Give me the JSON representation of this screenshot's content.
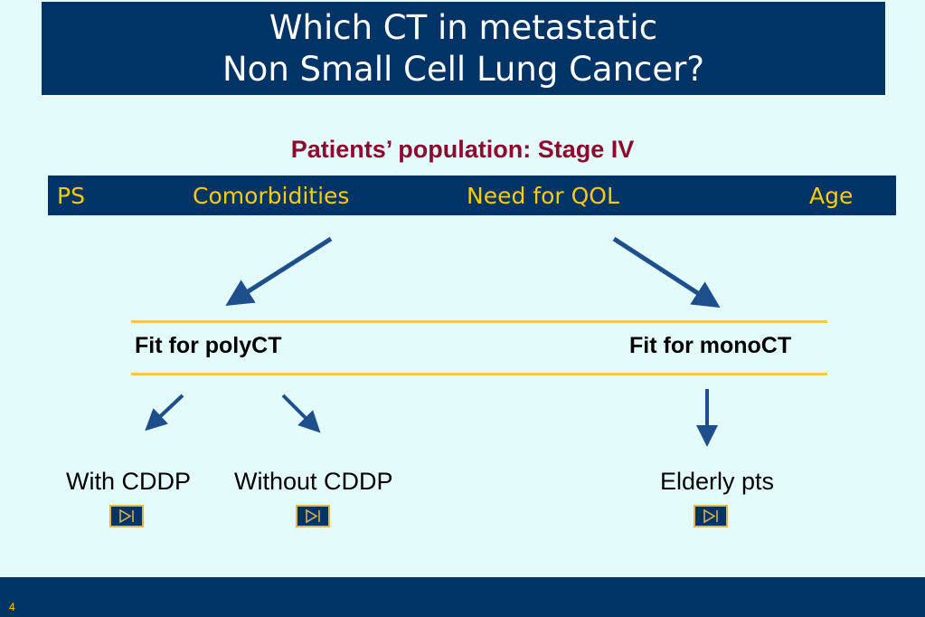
{
  "slide": {
    "title_line1": "Which CT in metastatic",
    "title_line2": "Non Small Cell Lung Cancer?",
    "subtitle": "Patients’ population: Stage IV",
    "factors": [
      "PS",
      "Comorbidities",
      "Need for QOL",
      "Age"
    ],
    "fit_poly": "Fit for polyCT",
    "fit_mono": "Fit for monoCT",
    "options": [
      "With CDDP",
      "Without CDDP",
      "Elderly pts"
    ],
    "nav_button_icon": "play-next-icon",
    "slide_number": "4"
  },
  "colors": {
    "background": "#e3fbfb",
    "navy": "#003366",
    "factor_text": "#ffcc00",
    "subtitle": "#8b0a2e",
    "rule": "#f2c94c"
  }
}
